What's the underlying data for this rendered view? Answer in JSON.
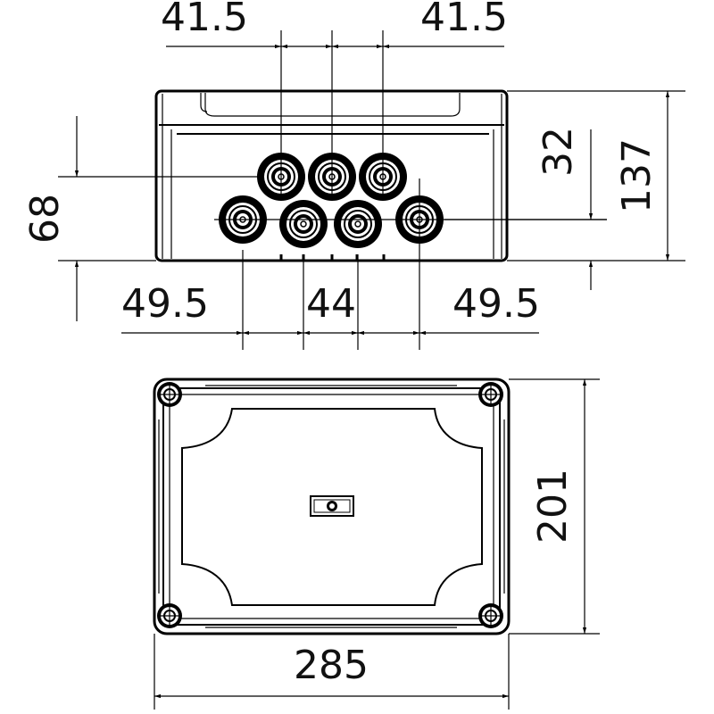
{
  "dimensions": {
    "top_left_spacing": "41.5",
    "top_right_spacing": "41.5",
    "upper_row_height": "32",
    "total_height": "137",
    "left_height": "68",
    "bottom_left_spacing": "49.5",
    "bottom_middle_spacing": "44",
    "bottom_right_spacing": "49.5",
    "plan_depth": "201",
    "plan_width": "285"
  }
}
